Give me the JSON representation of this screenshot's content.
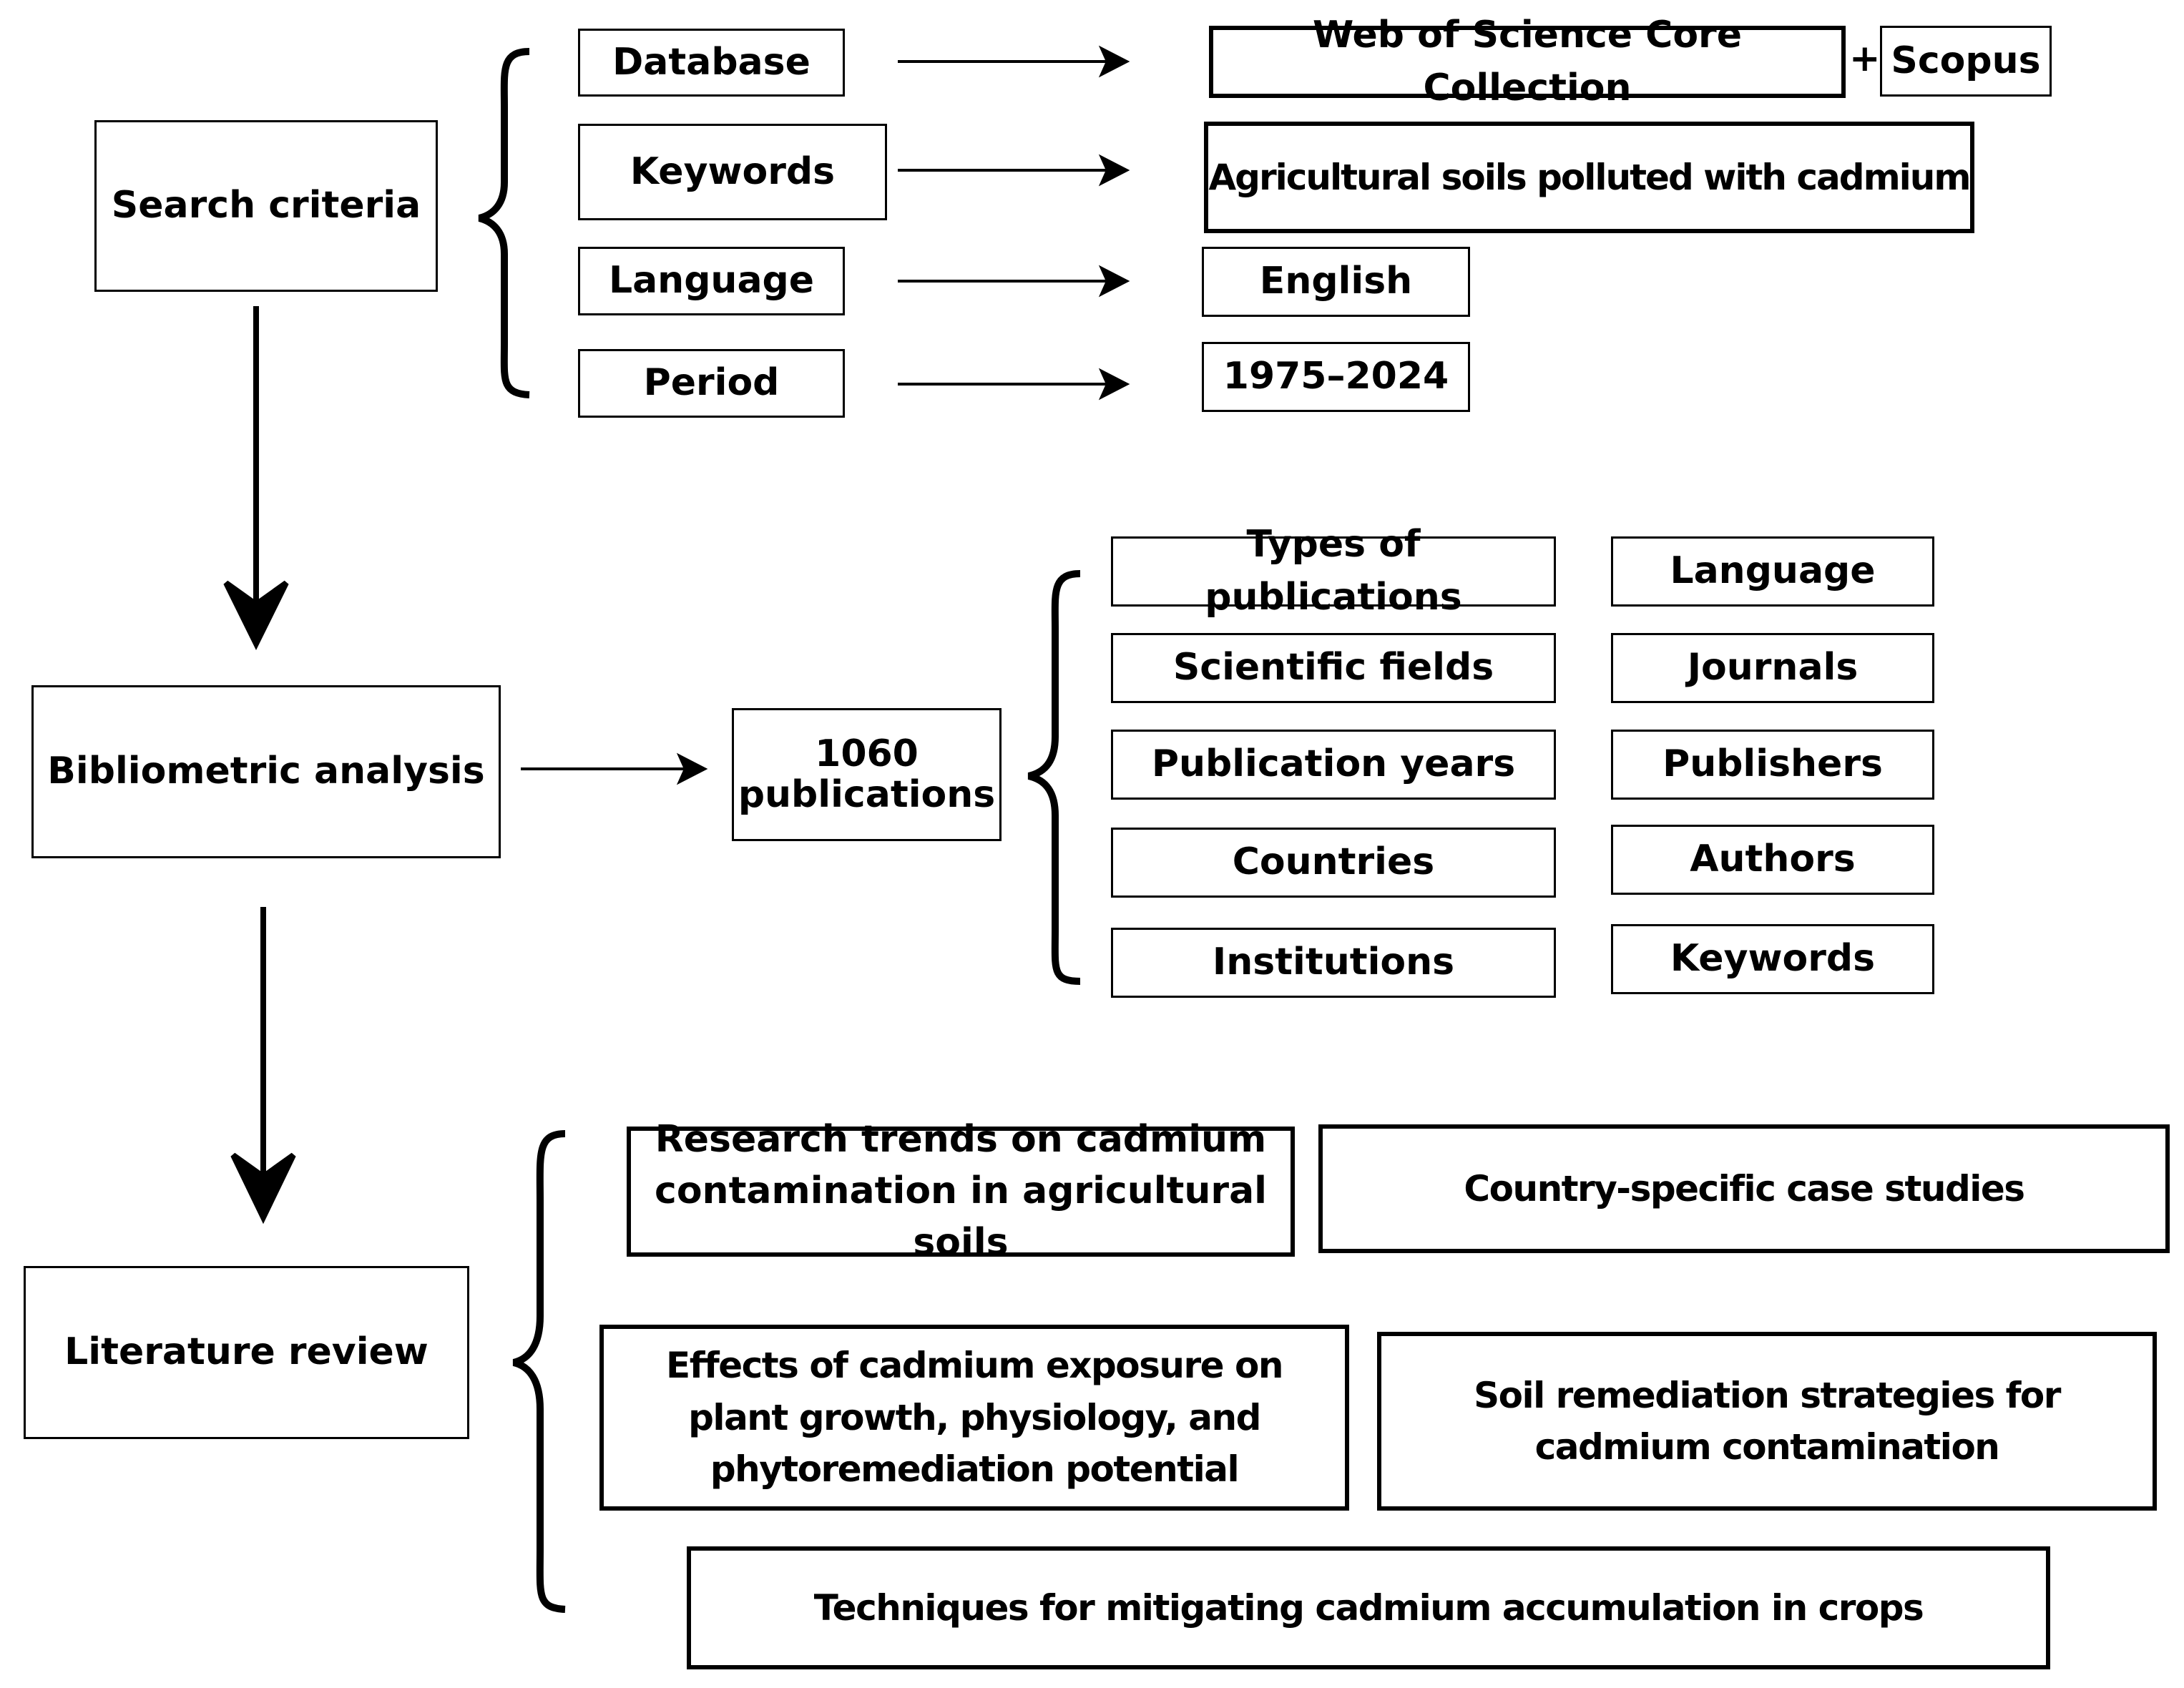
{
  "search": {
    "title": "Search criteria",
    "criteria": [
      {
        "label": "Database",
        "value": "Web of Science Core Collection",
        "extra": "Scopus",
        "joiner": "+"
      },
      {
        "label": "Keywords",
        "value": "Agricultural soils polluted with cadmium"
      },
      {
        "label": "Language",
        "value": "English"
      },
      {
        "label": "Period",
        "value": "1975–2024"
      }
    ]
  },
  "bibliometric": {
    "title": "Bibliometric analysis",
    "count": "1060 publications",
    "items_left": [
      "Types of publications",
      "Scientific fields",
      "Publication years",
      "Countries",
      "Institutions"
    ],
    "items_right": [
      "Language",
      "Journals",
      "Publishers",
      "Authors",
      "Keywords"
    ]
  },
  "review": {
    "title": "Literature review",
    "topics": [
      "Research trends on cadmium contamination in agricultural soils",
      "Country-specific case studies",
      "Effects of cadmium exposure on plant growth, physiology, and phytoremediation potential",
      "Soil remediation strategies for cadmium contamination",
      "Techniques for mitigating cadmium accumulation in crops"
    ]
  }
}
